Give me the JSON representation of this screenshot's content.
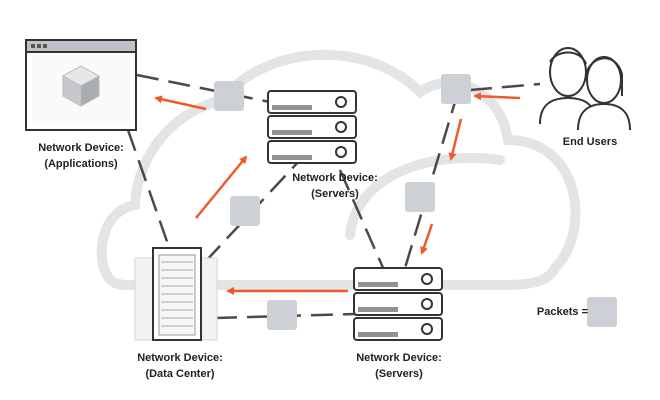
{
  "colors": {
    "cloud": "#e3e4e6",
    "packet": "#cdd0d4",
    "arrow": "#f05a28",
    "link": "#4a4a4a",
    "device_outline": "#333333",
    "text": "#222222"
  },
  "labels": {
    "applications": {
      "line1": "Network Device:",
      "line2": "(Applications)"
    },
    "servers_top": {
      "line1": "Network Device:",
      "line2": "(Servers)"
    },
    "end_users": {
      "line1": "End Users"
    },
    "data_center": {
      "line1": "Network Device:",
      "line2": "(Data Center)"
    },
    "servers_bottom": {
      "line1": "Network Device:",
      "line2": "(Servers)"
    },
    "packets_legend": {
      "line1": "Packets ="
    }
  },
  "icons": {
    "applications": "app-window-icon",
    "servers_top": "server-stack-icon",
    "servers_bottom": "server-stack-icon",
    "data_center": "rack-server-icon",
    "end_users": "users-icon",
    "packet": "packet-icon"
  }
}
